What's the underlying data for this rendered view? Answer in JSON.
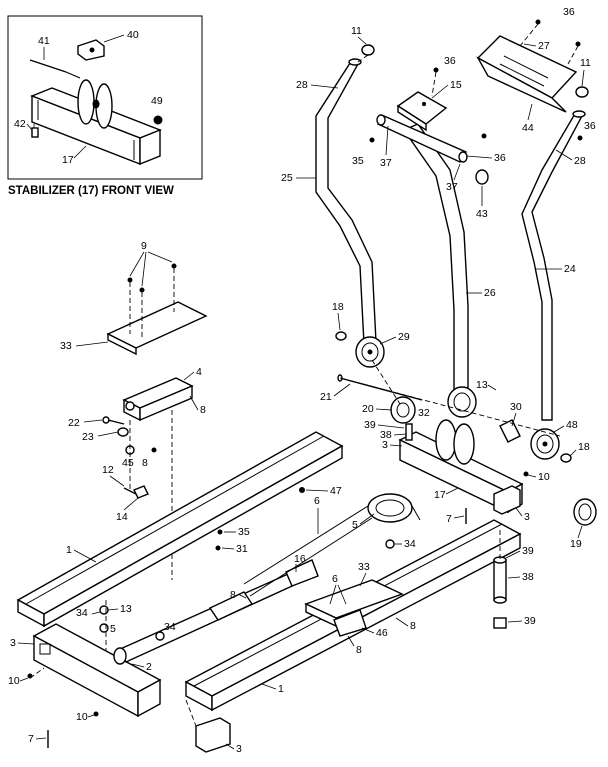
{
  "inset": {
    "caption": "STABILIZER (17) FRONT VIEW"
  },
  "callouts": {
    "c41": "41",
    "c40": "40",
    "c49": "49",
    "c42": "42",
    "c17_inset": "17",
    "c11_top": "11",
    "c28_left": "28",
    "c25": "25",
    "c36_15": "36",
    "c15": "15",
    "c35": "35",
    "c37_l": "37",
    "c37_r": "37",
    "c36_mid": "36",
    "c43": "43",
    "c36_top": "36",
    "c27": "27",
    "c11_right": "11",
    "c44": "44",
    "c36_right": "36",
    "c28_right": "28",
    "c24": "24",
    "c26": "26",
    "c9": "9",
    "c33_top": "33",
    "c4": "4",
    "c8_bracket": "8",
    "c22": "22",
    "c23": "23",
    "c45": "45",
    "c8_small": "8",
    "c12": "12",
    "c14": "14",
    "c18_left": "18",
    "c29": "29",
    "c21": "21",
    "c13_right": "13",
    "c20": "20",
    "c32": "32",
    "c30": "30",
    "c39_a": "39",
    "c38_a": "38",
    "c3_stab": "3",
    "c48": "48",
    "c18_right": "18",
    "c10_right": "10",
    "c17_main": "17",
    "c7_mid": "7",
    "c3_right": "3",
    "c19": "19",
    "c1_left": "1",
    "c47": "47",
    "c6_top": "6",
    "c35_b": "35",
    "c31": "31",
    "c5_pulley": "5",
    "c34_right": "34",
    "c16": "16",
    "c8_shaft": "8",
    "c39_b": "39",
    "c38_b": "38",
    "c39_c": "39",
    "c6_bottom": "6",
    "c33_bottom": "33",
    "c8_plate_r": "8",
    "c8_plate_b": "8",
    "c46": "46",
    "c34_left": "34",
    "c13_left": "13",
    "c5_left": "5",
    "c34_mid": "34",
    "c3_left": "3",
    "c2": "2",
    "c10_left": "10",
    "c10_bottom": "10",
    "c1_bottom": "1",
    "c7_bottom": "7",
    "c3_bottom": "3"
  }
}
